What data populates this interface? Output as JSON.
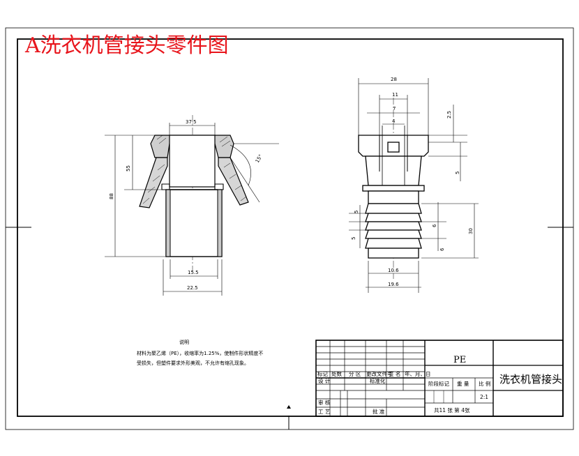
{
  "title": "A洗衣机管接头零件图",
  "left_view": {
    "dim_top": "37.5",
    "dim_inner_height": "55",
    "dim_total_height": "88",
    "dim_angle": "15°",
    "dim_inner_bottom": "15.5",
    "dim_outer_bottom": "22.5"
  },
  "right_view": {
    "dim_overall": "28",
    "dim_mid": "11",
    "dim_small": "7",
    "dim_core": "4",
    "dim_flange": "2.5",
    "dim_right_gap": "5",
    "dim_left_a": "5",
    "dim_left_b": "5",
    "dim_right_a": "6",
    "dim_right_b": "6",
    "dim_ribs_height": "30",
    "dim_base_inner": "10.6",
    "dim_base_outer": "19.6"
  },
  "notes": {
    "heading": "说明",
    "line1": "材料为聚乙烯（PE），收缩率为1.25%，使制件形状精度不",
    "line2": "受损失，但塑件要求外形美观，不允许有缩孔现象。"
  },
  "title_block": {
    "material": "PE",
    "part_name": "洗衣机管接头",
    "row_labels": [
      "标记",
      "处数",
      "分 区",
      "更改文件号",
      "签 名",
      "年、月、日"
    ],
    "design": "设 计",
    "standardize": "标准化",
    "stage_label": "阶段标记",
    "weight_label": "重 量",
    "scale_label": "比 例",
    "scale": "2:1",
    "check": "审 核",
    "process": "工 艺",
    "approve": "批 准",
    "sheets": "共11 张    第  4张"
  }
}
